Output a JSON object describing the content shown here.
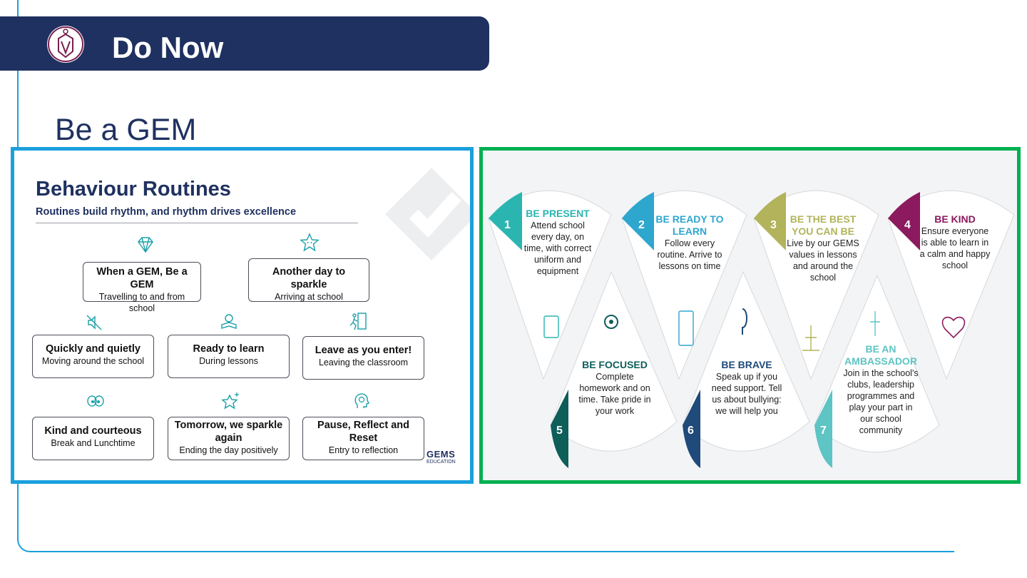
{
  "header": {
    "title": "Do Now"
  },
  "subtitle": "Be a GEM",
  "behaviour": {
    "title": "Behaviour Routines",
    "subtitle": "Routines build rhythm, and rhythm drives excellence",
    "routines": [
      {
        "title": "When a GEM, Be a GEM",
        "sub": "Travelling to and from school",
        "icon": "diamond-icon"
      },
      {
        "title": "Another day to sparkle",
        "sub": "Arriving at school",
        "icon": "star-face-icon"
      },
      {
        "title": "Quickly and quietly",
        "sub": "Moving around the school",
        "icon": "mute-icon"
      },
      {
        "title": "Ready to learn",
        "sub": "During lessons",
        "icon": "lightbulb-book-icon"
      },
      {
        "title": "Leave as you enter!",
        "sub": "Leaving the classroom",
        "icon": "exit-door-icon"
      },
      {
        "title": "Kind and courteous",
        "sub": "Break and Lunchtime",
        "icon": "eyes-icon"
      },
      {
        "title": "Tomorrow, we sparkle again",
        "sub": "Ending the day positively",
        "icon": "sparkle-star-icon"
      },
      {
        "title": "Pause, Reflect and Reset",
        "sub": "Entry to reflection",
        "icon": "head-mind-icon"
      }
    ],
    "brand": {
      "name": "GEMS",
      "tagline": "EDUCATION"
    }
  },
  "gem_steps": [
    {
      "num": "1",
      "title": "BE PRESENT",
      "body": "Attend school every day, on time, with correct uniform and equipment",
      "color": "#2bb5b0"
    },
    {
      "num": "2",
      "title": "BE READY TO LEARN",
      "body": "Follow every routine. Arrive to lessons on time",
      "color": "#2ea7cf"
    },
    {
      "num": "3",
      "title": "BE THE BEST YOU CAN BE",
      "body": "Live by our GEMS values in lessons and around the school",
      "color": "#b2b35a"
    },
    {
      "num": "4",
      "title": "BE KIND",
      "body": "Ensure everyone is able to learn in a calm and happy school",
      "color": "#8b1a5e"
    },
    {
      "num": "5",
      "title": "BE FOCUSED",
      "body": "Complete homework and on time. Take pride in your work",
      "color": "#0e5e5a"
    },
    {
      "num": "6",
      "title": "BE BRAVE",
      "body": "Speak up if you need support. Tell us about bullying: we will help you",
      "color": "#1f4a7a"
    },
    {
      "num": "7",
      "title": "BE AN AMBASSADOR",
      "body": "Join in the school's clubs, leadership programmes and play your part in our school community",
      "color": "#5ec4c4"
    }
  ]
}
